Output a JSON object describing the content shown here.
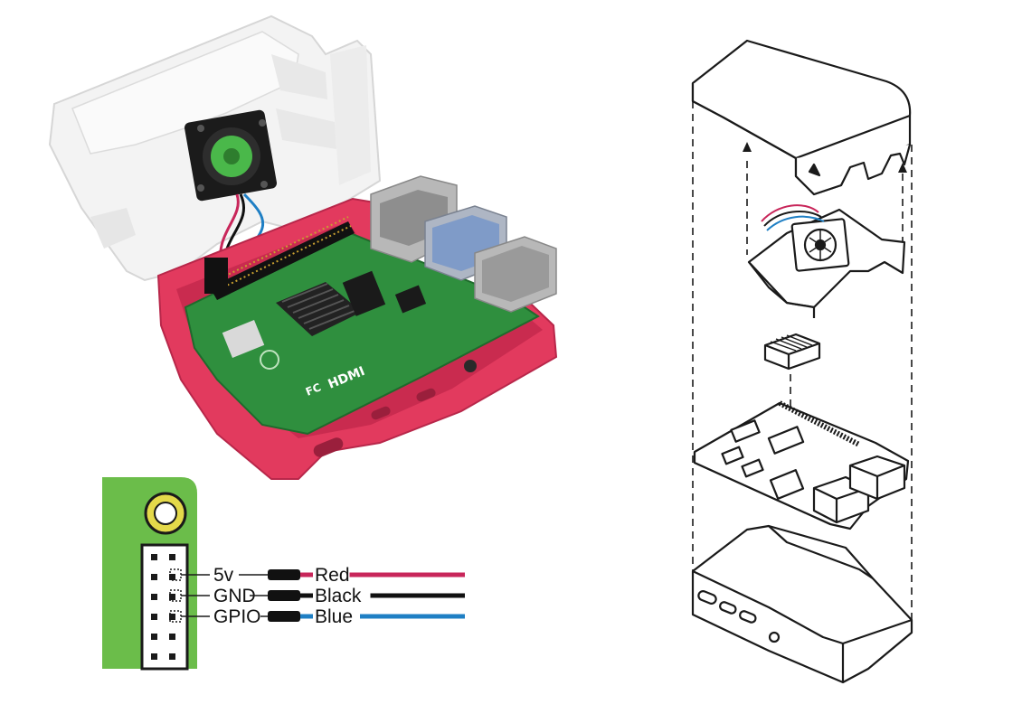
{
  "board": {
    "hdmi_label": "HDMI",
    "fc_label": "FC",
    "body_color": "#2f8f3e",
    "case_color": "#e23a5e",
    "lid_color": "#f2f2f2"
  },
  "pinout": {
    "header_color": "#6bbd4a",
    "rows": [
      {
        "pin": "5v",
        "wire": "Red",
        "color": "#c8265a"
      },
      {
        "pin": "GND",
        "wire": "Black",
        "color": "#111111"
      },
      {
        "pin": "GPIO",
        "wire": "Blue",
        "color": "#1f7fc4"
      }
    ]
  },
  "exploded_view": {
    "layers": [
      {
        "name": "top-lid"
      },
      {
        "name": "fan-mount"
      },
      {
        "name": "heatsink"
      },
      {
        "name": "raspberry-pi-board"
      },
      {
        "name": "case-base"
      }
    ]
  }
}
